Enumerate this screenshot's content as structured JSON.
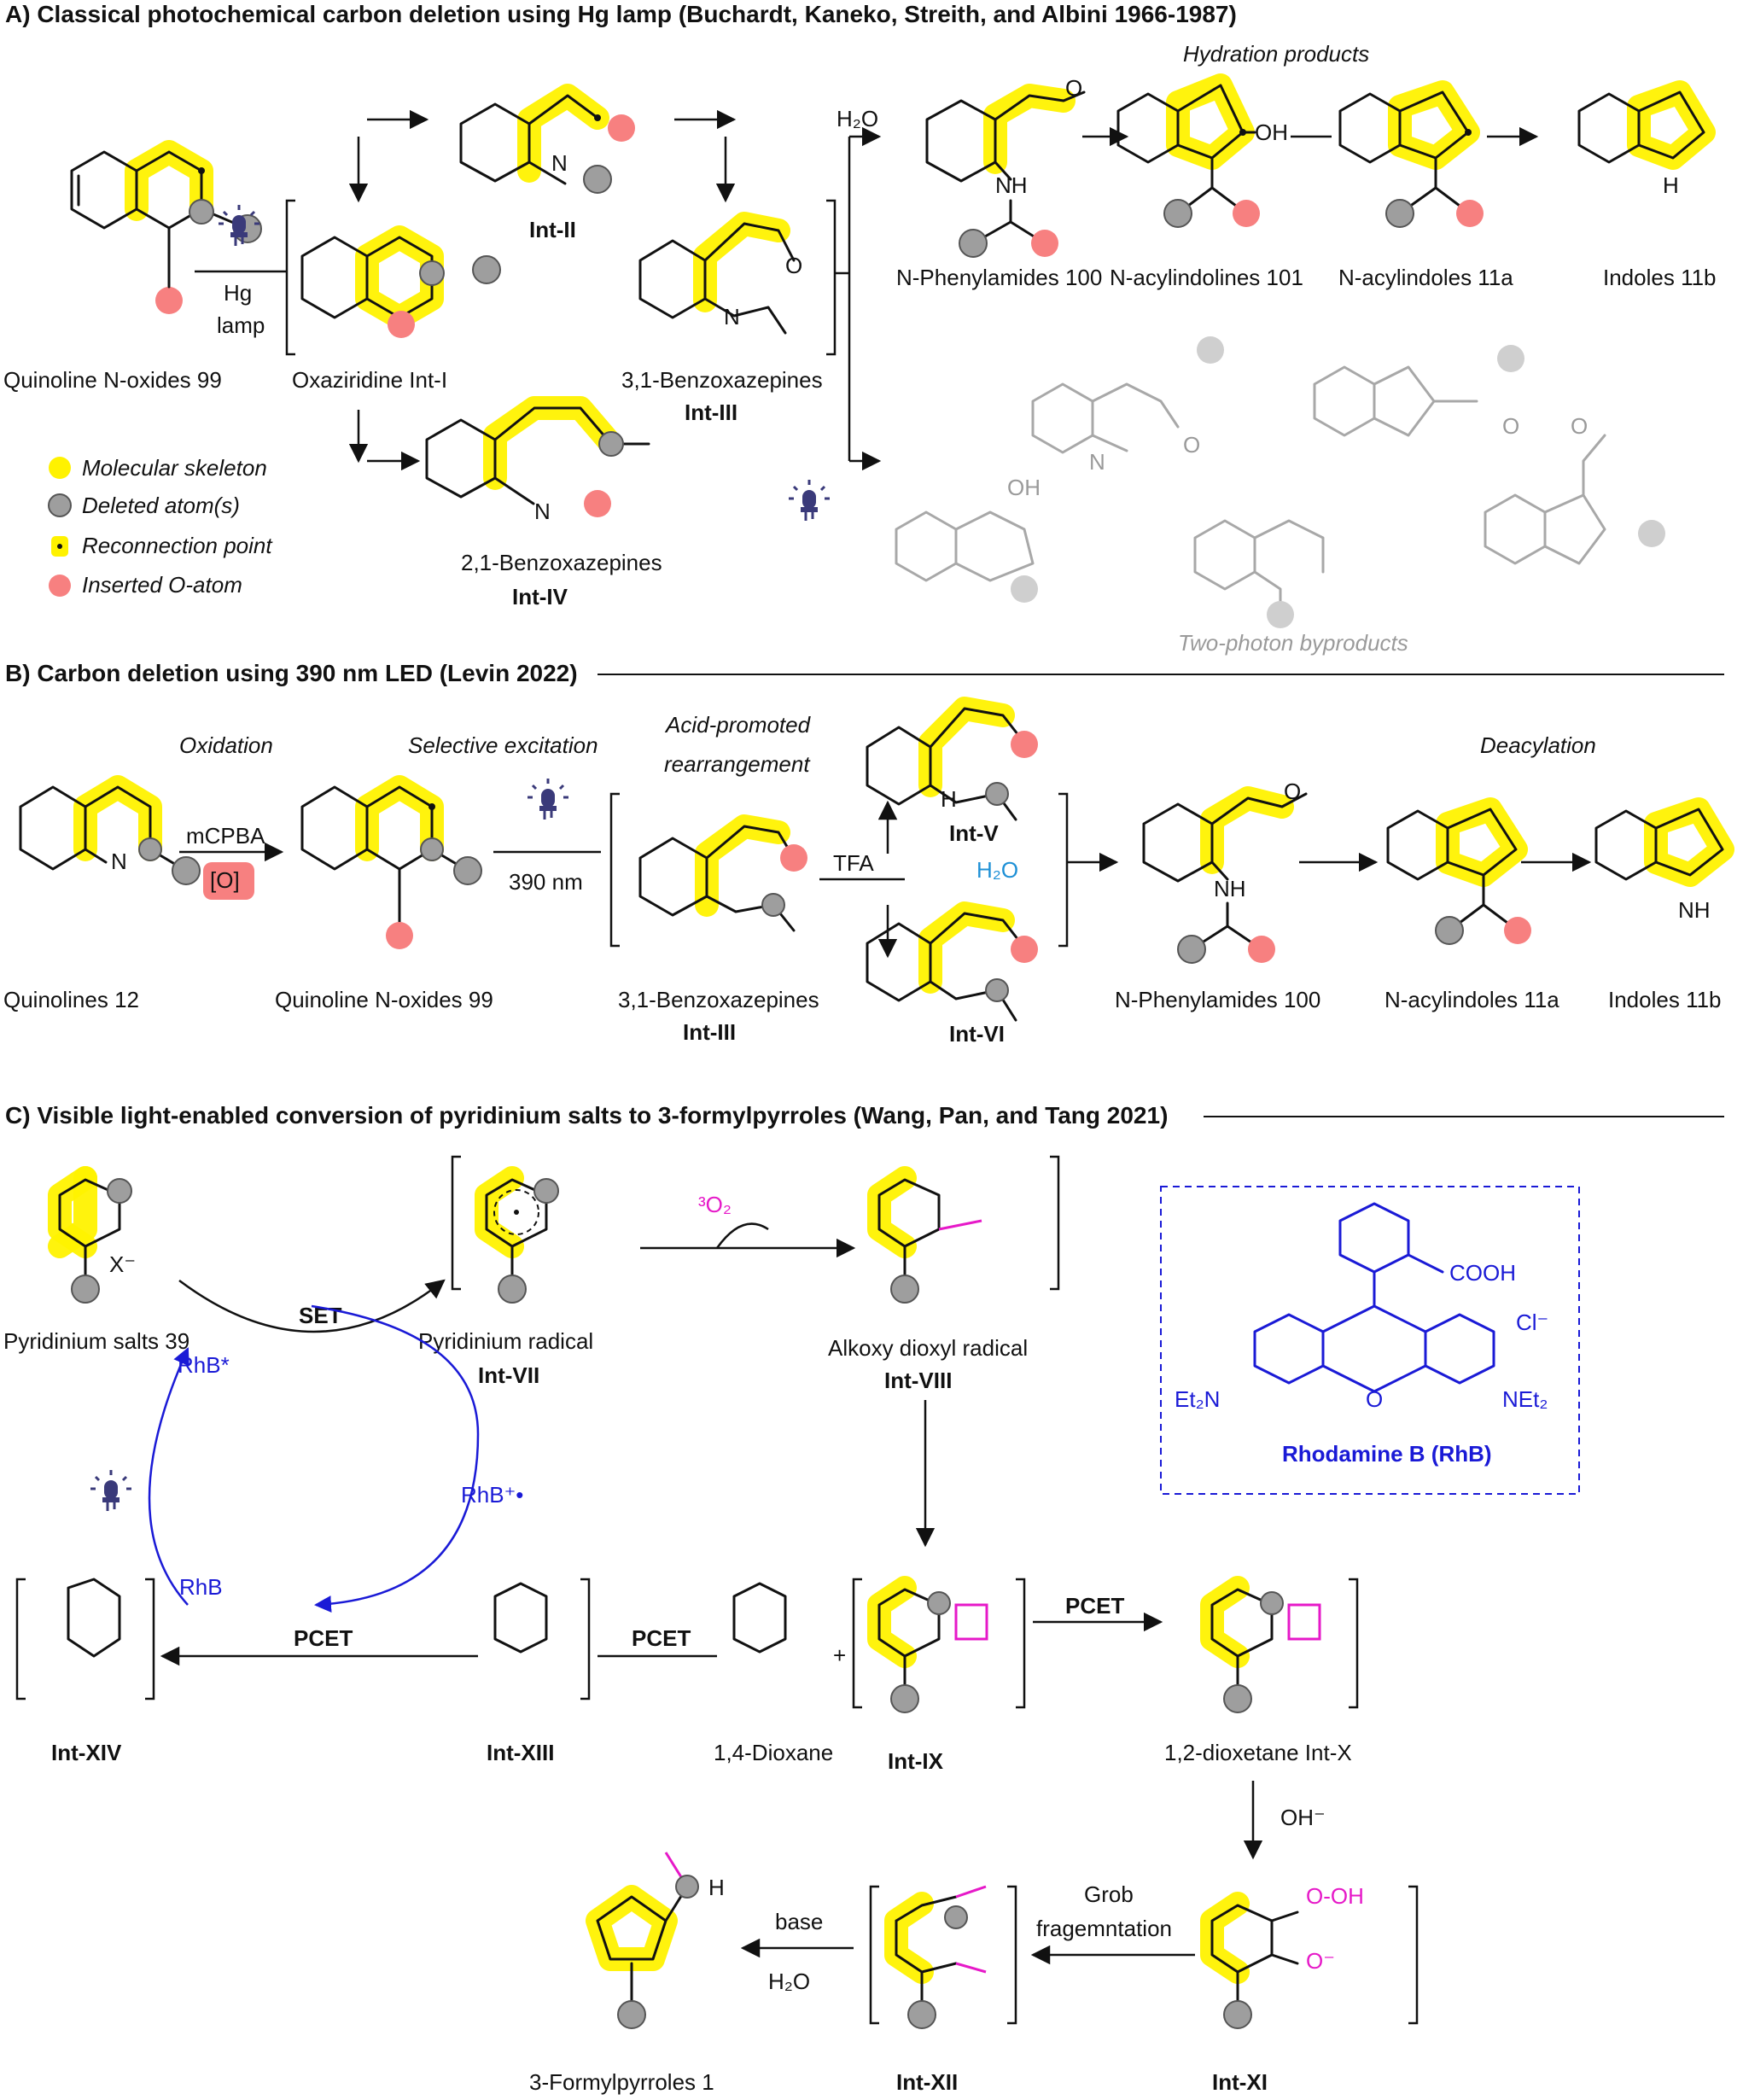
{
  "sectionA": {
    "title": "A) Classical photochemical carbon deletion using Hg lamp (Buchardt, Kaneko, Streith, and Albini 1966-1987)",
    "subtitle_hydration": "Hydration products",
    "subtitle_twophoton": "Two-photon byproducts",
    "cond_top": "Hg",
    "cond_bottom": "lamp",
    "water": "H₂O",
    "labels": {
      "quinoline_noxide": "Quinoline N-oxides 99",
      "oxaziridine": "Oxaziridine Int-I",
      "int2": "Int-II",
      "benzoxazepines31": "3,1-Benzoxazepines",
      "int3": "Int-III",
      "benzoxazepines21": "2,1-Benzoxazepines",
      "int4": "Int-IV",
      "phenylamides": "N-Phenylamides 100",
      "acylindolines": "N-acylindolines 101",
      "acylindoles": "N-acylindoles 11a",
      "indoles": "Indoles 11b"
    },
    "legend": [
      {
        "icon": "molecular-skeleton",
        "label": "Molecular skeleton",
        "color": "#fff200"
      },
      {
        "icon": "deleted-atom",
        "label": "Deleted atom(s)",
        "color": "#9e9e9e"
      },
      {
        "icon": "reconnection-point",
        "label": "Reconnection point",
        "color": "#fff200"
      },
      {
        "icon": "inserted-o-atom",
        "label": "Inserted O-atom",
        "color": "#f78080"
      }
    ]
  },
  "sectionB": {
    "title": "B) Carbon deletion using 390 nm LED (Levin 2022)",
    "steps": {
      "oxidation": "Oxidation",
      "excitation": "Selective excitation",
      "acid1": "Acid-promoted",
      "acid2": "rearrangement",
      "deacylation": "Deacylation"
    },
    "reagents": {
      "mcpba": "mCPBA",
      "ox": "[O]",
      "wavelength": "390  nm",
      "tfa": "TFA",
      "water": "H₂O"
    },
    "labels": {
      "quinolines": "Quinolines 12",
      "quinoline_noxide": "Quinoline N-oxides 99",
      "benzoxazepines": "3,1-Benzoxazepines",
      "int3": "Int-III",
      "int5": "Int-V",
      "int6": "Int-VI",
      "phenylamides": "N-Phenylamides 100",
      "acylindoles": "N-acylindoles 11a",
      "indoles": "Indoles 11b"
    }
  },
  "sectionC": {
    "title": "C) Visible light-enabled conversion of pyridinium salts to 3-formylpyrroles (Wang, Pan, and Tang 2021)",
    "reagents": {
      "o2": "³O₂",
      "set": "SET",
      "pcet": "PCET",
      "oh": "OH⁻",
      "base": "base",
      "water": "H₂O",
      "grob1": "Grob",
      "grob2": "fragemntation",
      "x": "X⁻"
    },
    "catalyst": {
      "excited": "RhB*",
      "radical_cation": "RhB⁺•",
      "ground": "RhB",
      "name": "Rhodamine B (RhB)",
      "cooh": "COOH",
      "et2n": "Et₂N",
      "net2": "NEt₂",
      "cl": "Cl⁻",
      "o": "O",
      "accent": "#1a1ad6"
    },
    "labels": {
      "pyridinium": "Pyridinium salts 39",
      "pyr_radical": "Pyridinium radical",
      "int7": "Int-VII",
      "alkoxy": "Alkoxy dioxyl radical",
      "int8": "Int-VIII",
      "int9": "Int-IX",
      "dioxetane": "1,2-dioxetane Int-X",
      "int11": "Int-XI",
      "int12": "Int-XII",
      "formylpyrroles": "3-Formylpyrroles 1",
      "dioxane": "1,4-Dioxane",
      "int13": "Int-XIII",
      "int14": "Int-XIV"
    }
  },
  "colors": {
    "skeleton": "#fff200",
    "deleted": "#9e9e9e",
    "oxygen": "#f78080",
    "magenta": "#e619c8",
    "blue": "#1a1ad6",
    "water_blue": "#1e90d6"
  }
}
